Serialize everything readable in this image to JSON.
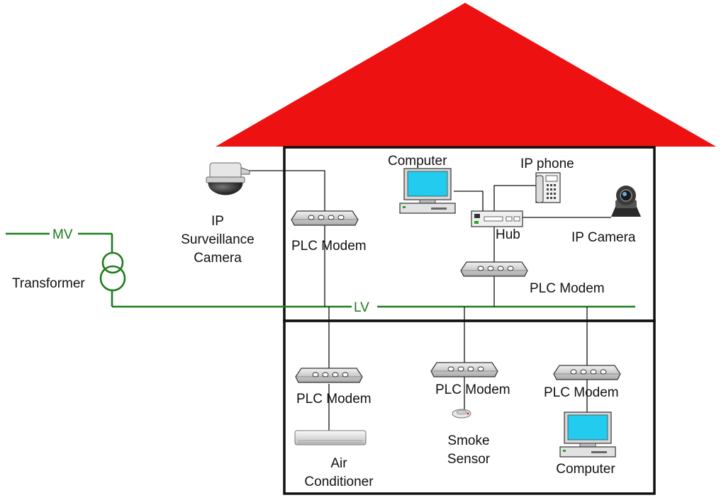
{
  "colors": {
    "roof": "#ee1111",
    "power_line": "#1e7d1e",
    "screen": "#22ccee",
    "device_body": "#c8c8c8"
  },
  "labels": {
    "mv": "MV",
    "lv": "LV",
    "transformer": "Transformer",
    "ip_surveillance_camera": [
      "IP",
      "Surveillance",
      "Camera"
    ],
    "plc_modem_upper_left": "PLC Modem",
    "plc_modem_upper_right": "PLC Modem",
    "computer_upper": "Computer",
    "ip_phone": "IP phone",
    "hub": "Hub",
    "ip_camera": "IP Camera",
    "plc_modem_lower_left": "PLC Modem",
    "plc_modem_lower_mid": "PLC Modem",
    "plc_modem_lower_right": "PLC Modem",
    "air_conditioner": [
      "Air",
      "Conditioner"
    ],
    "smoke_sensor": [
      "Smoke",
      "Sensor"
    ],
    "computer_lower": "Computer"
  },
  "icons": [
    "roof-icon",
    "transformer-icon",
    "surveillance-camera-icon",
    "plc-modem-icon",
    "computer-icon",
    "ip-phone-icon",
    "hub-icon",
    "ip-camera-icon",
    "air-conditioner-icon",
    "smoke-sensor-icon"
  ]
}
